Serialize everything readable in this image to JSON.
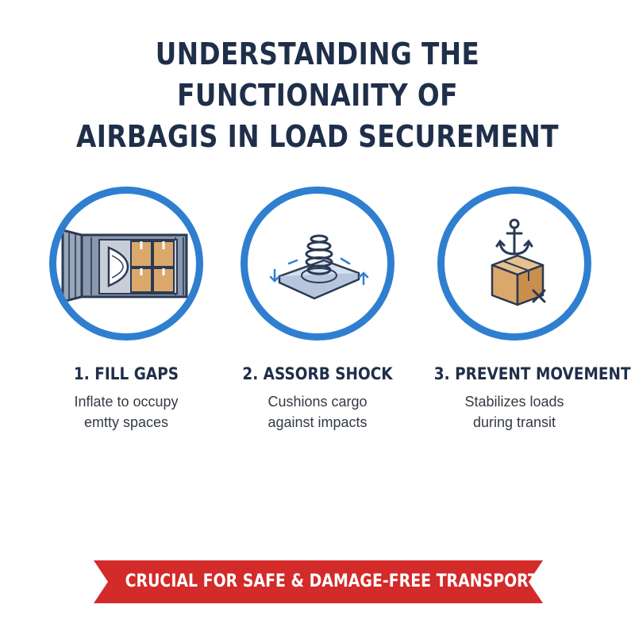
{
  "title": {
    "line1": "UNDERSTANDING THE FUNCTIONAIITY OF",
    "line2": "AIRBAGIS IN LOAD SECUREMENT"
  },
  "steps": [
    {
      "title": "1. FILL GAPS",
      "desc_line1": "Inflate to occupy",
      "desc_line2": "emtty spaces",
      "icon": "container-icon"
    },
    {
      "title": "2. ASSORB SHOCK",
      "desc_line1": "Cushions cargo",
      "desc_line2": "against impacts",
      "icon": "spring-cushion-icon"
    },
    {
      "title": "3. PREVENT MOVEMENT",
      "desc_line1": "Stabilizes loads",
      "desc_line2": "during transit",
      "icon": "anchored-box-icon"
    }
  ],
  "banner": {
    "text": "CRUCIAL FOR SAFE & DAMAGE-FREE TRANSPORT!"
  },
  "colors": {
    "accent": "#2f7fd0",
    "title": "#1f2f4a",
    "banner": "#d32a2a",
    "box": "#dba86b"
  }
}
